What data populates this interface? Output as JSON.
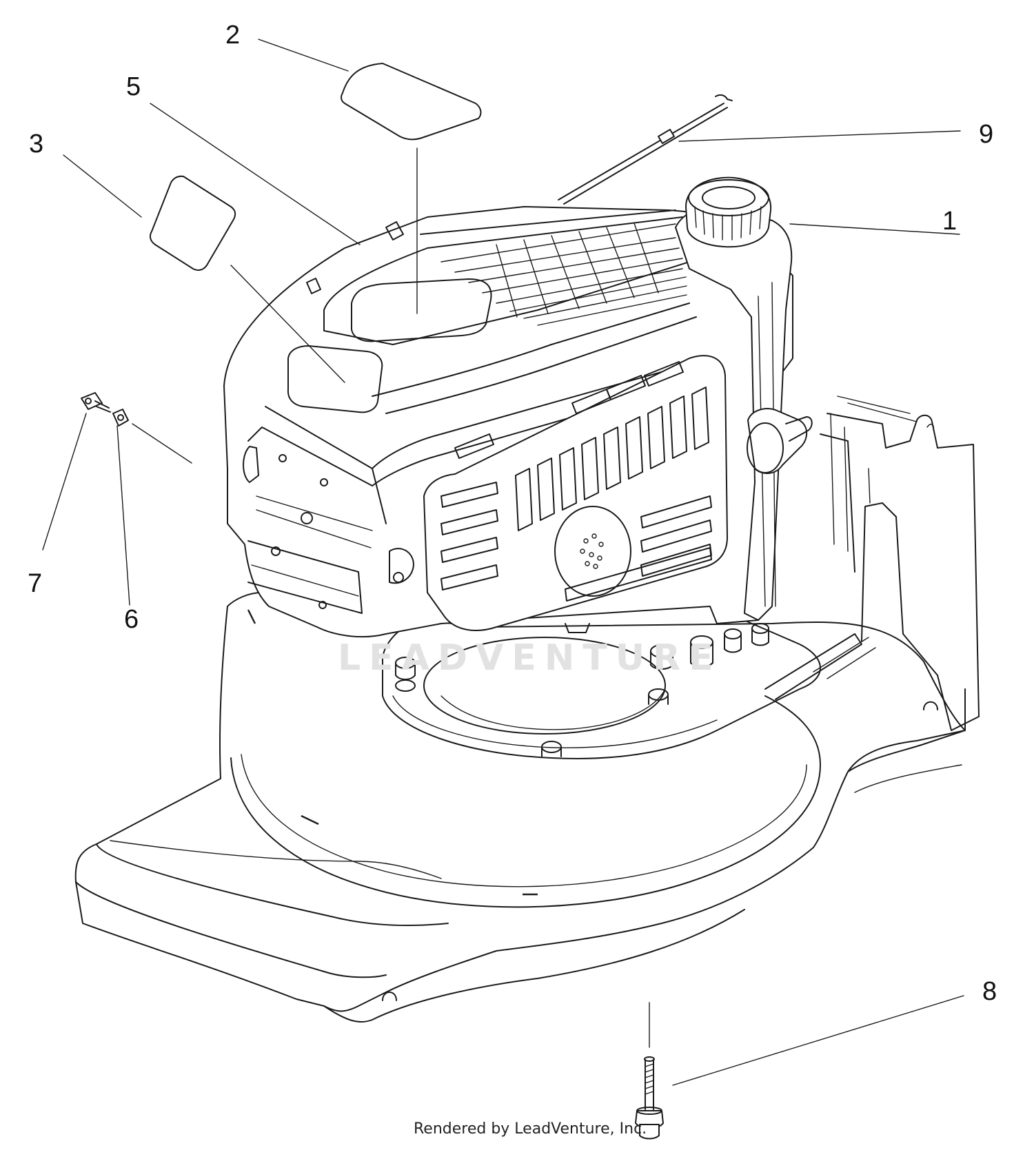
{
  "diagram": {
    "callouts": [
      {
        "id": "1",
        "label": "1"
      },
      {
        "id": "2",
        "label": "2"
      },
      {
        "id": "3",
        "label": "3"
      },
      {
        "id": "5",
        "label": "5"
      },
      {
        "id": "6",
        "label": "6"
      },
      {
        "id": "7",
        "label": "7"
      },
      {
        "id": "8",
        "label": "8"
      },
      {
        "id": "9",
        "label": "9"
      }
    ],
    "watermark": "LEADVENTURE",
    "credit": "Rendered by LeadVenture, Inc."
  },
  "colors": {
    "line": "#1a1a1a",
    "background": "#ffffff",
    "watermark": "#e2e2e2"
  }
}
